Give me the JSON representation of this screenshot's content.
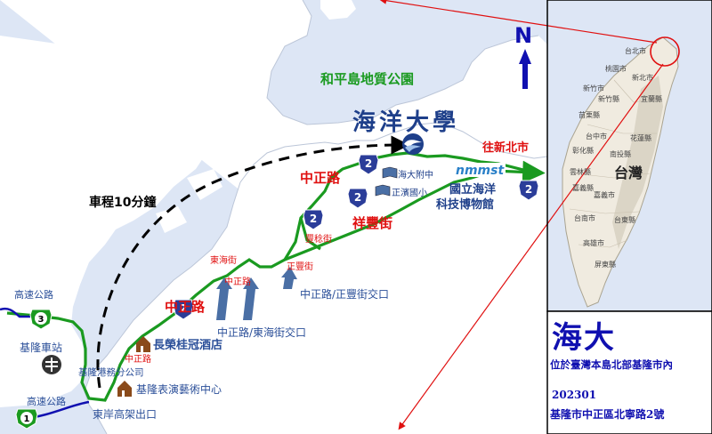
{
  "labels": {
    "heping_park": "和平島地質公園",
    "ntou": "海洋大學",
    "to_new_taipei": "往新北市",
    "ntou_high": "海大附中",
    "zhengbin_elem": "正濱國小",
    "museum_line1": "國立海洋",
    "museum_line2": "科技博物館",
    "zhongzheng_rd_top": "中正路",
    "xiangfeng_st": "祥豐街",
    "fengwen_st": "豐稔街",
    "donghai_st": "東海街",
    "zhengfeng_st": "正豐街",
    "zhongzheng_small": "中正路",
    "junction1": "中正路/正豐街交口",
    "junction2": "中正路/東海街交口",
    "zhongzheng_rd_bottom": "中正路",
    "drive_time": "車程10分鐘",
    "hotel": "長榮桂冠酒店",
    "zhongzheng_small2": "中正路",
    "port_company": "基隆港務分公司",
    "arts_center": "基隆表演藝術中心",
    "freeway_top": "高速公路",
    "keelung_station": "基隆車站",
    "freeway_bottom": "高速公路",
    "east_exit": "東岸高架出口",
    "mmst": "nmmst",
    "north": "N",
    "taiwan": "台灣",
    "cities": [
      "台北市",
      "新北市",
      "桃園市",
      "新竹市",
      "新竹縣",
      "苗栗縣",
      "台中市",
      "南投縣",
      "彰化縣",
      "雲林縣",
      "嘉義縣",
      "嘉義市",
      "台南市",
      "高雄市",
      "屏東縣",
      "宜蘭縣",
      "花蓮縣",
      "台東縣"
    ]
  },
  "shields": {
    "route2": "2",
    "freeway3": "3",
    "freeway1": "1"
  },
  "info": {
    "title": "海大",
    "subtitle": "位於臺灣本島北部基隆市內",
    "code": "202301",
    "address": "基隆市中正區北寧路2號"
  },
  "colors": {
    "sea": "#dde6f5",
    "road": "#1a9a20",
    "label_red": "#e01010",
    "label_blue": "#2b4f99",
    "accent": "#1010b0"
  }
}
